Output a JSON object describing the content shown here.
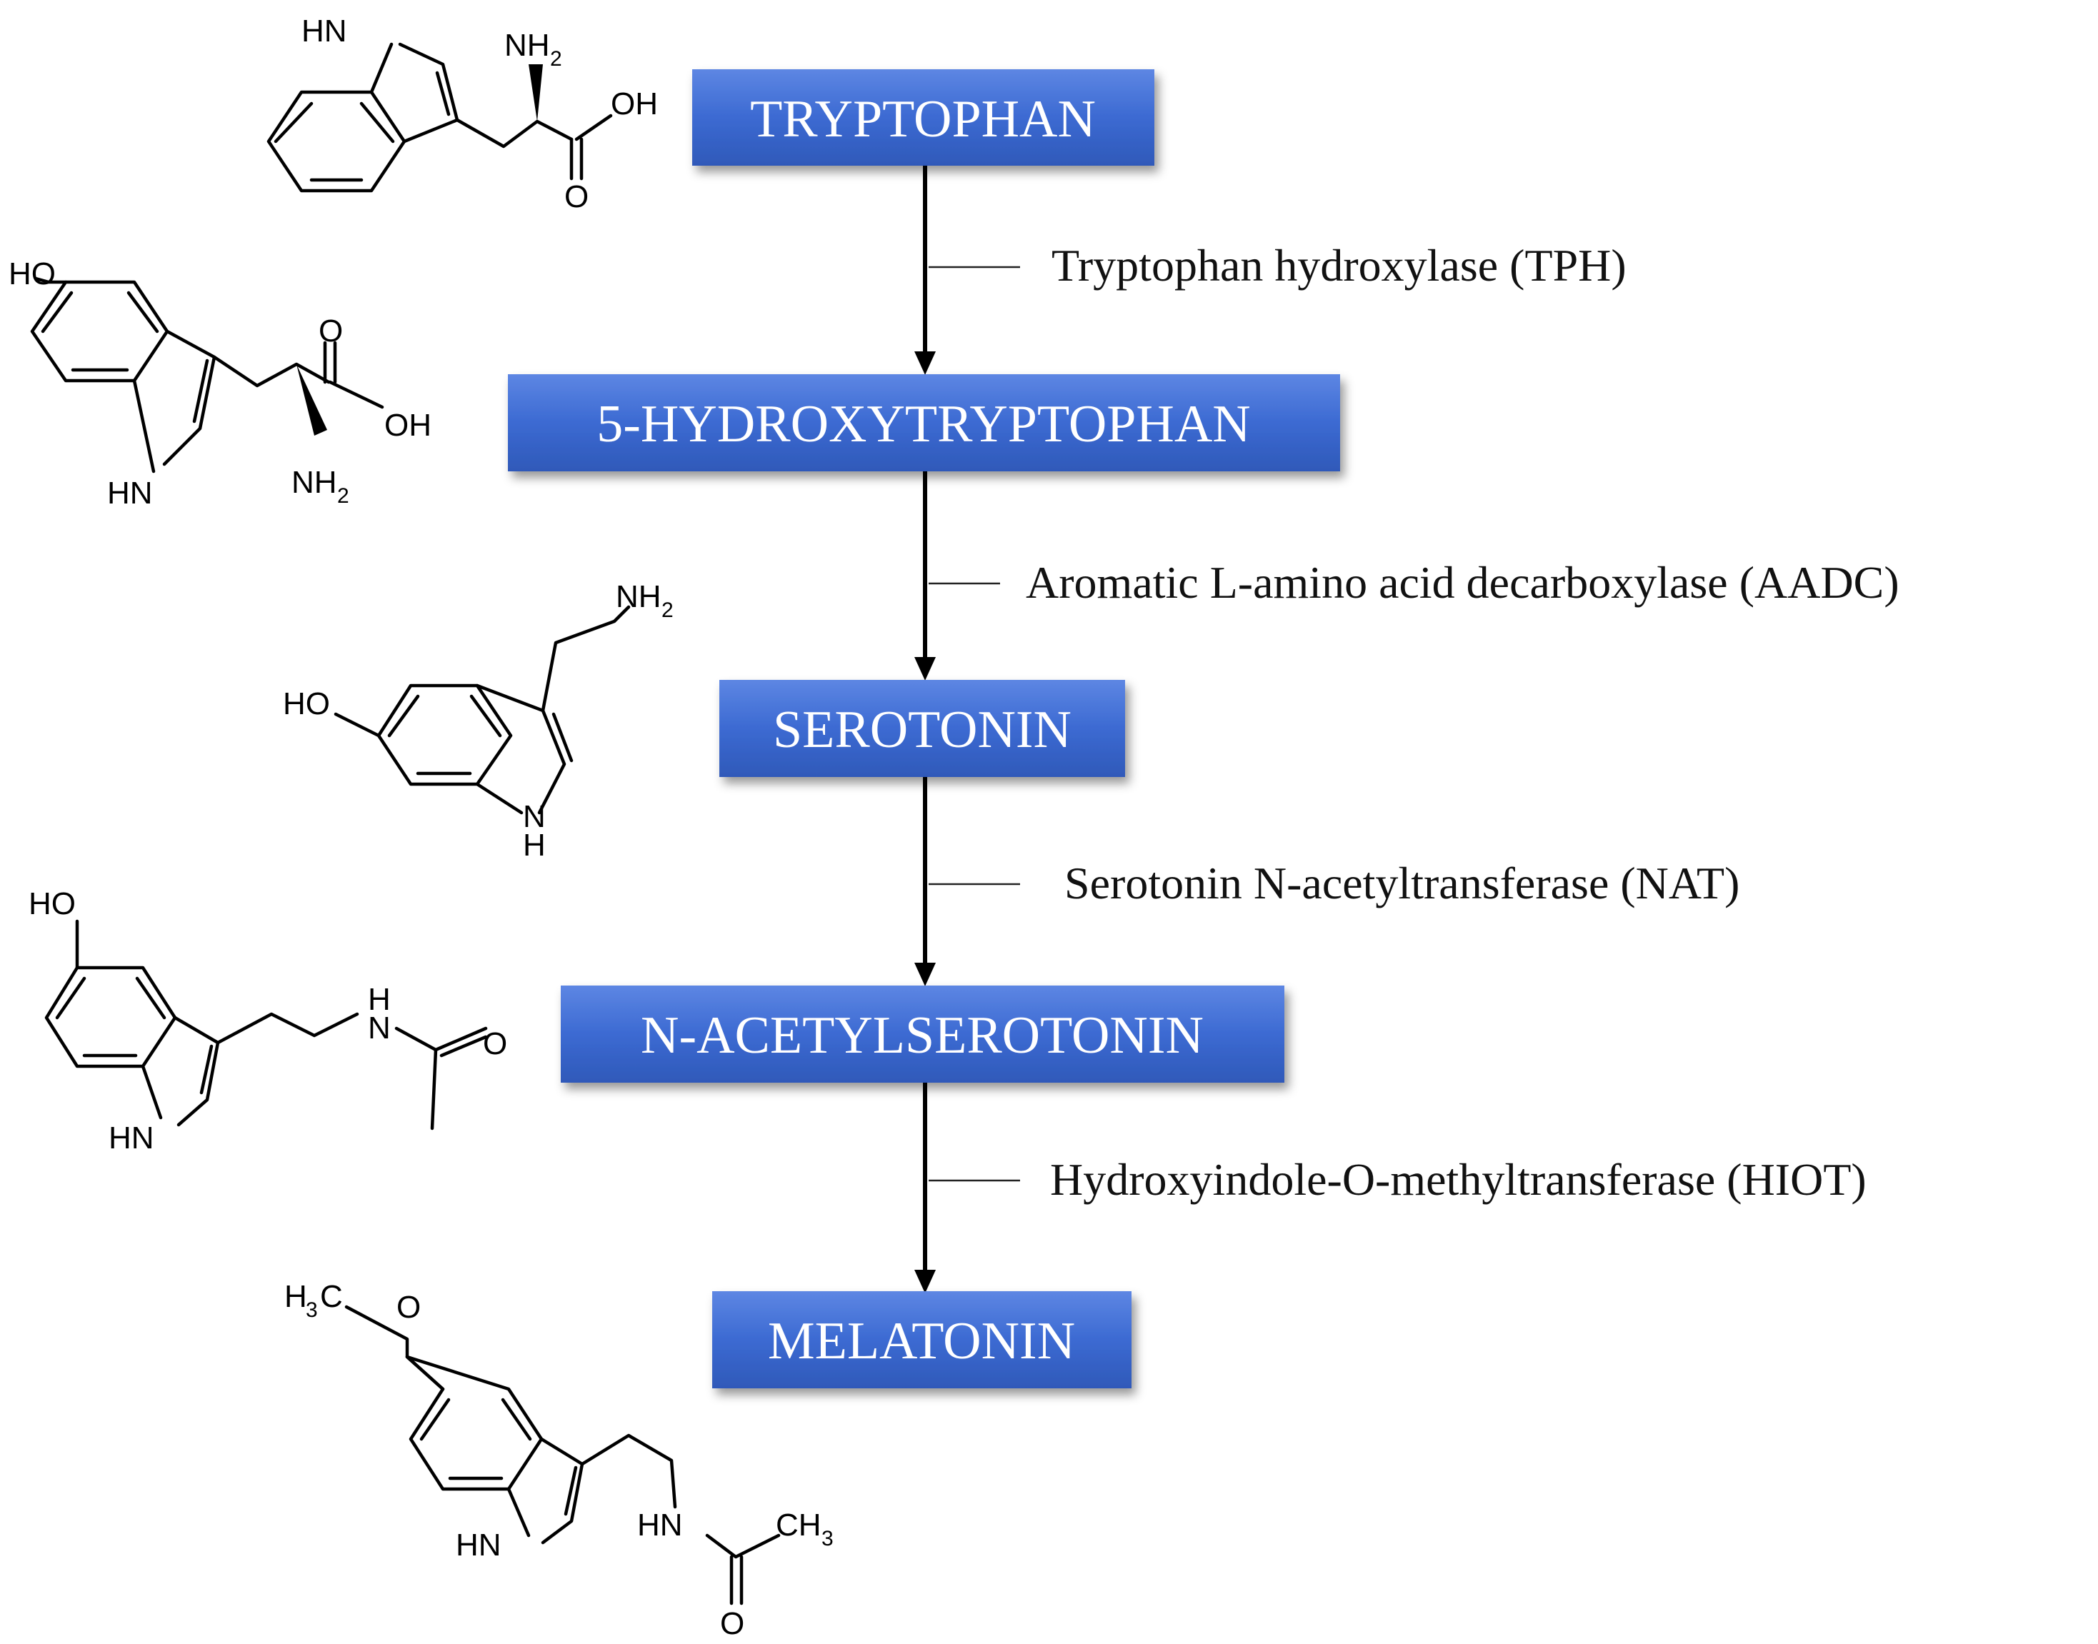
{
  "colors": {
    "box_top": "#5d86e3",
    "box_mid": "#3c6ad2",
    "box_bottom": "#2f59b9",
    "box_text": "#ffffff",
    "arrow": "#000000",
    "enzyme_text": "#111111"
  },
  "metabolites": [
    {
      "id": "tryptophan",
      "label": "TRYPTOPHAN"
    },
    {
      "id": "5htp",
      "label": "5-HYDROXYTRYPTOPHAN"
    },
    {
      "id": "serotonin",
      "label": "SEROTONIN"
    },
    {
      "id": "nas",
      "label": "N-ACETYLSEROTONIN"
    },
    {
      "id": "melatonin",
      "label": "MELATONIN"
    }
  ],
  "enzymes": [
    {
      "label": "Tryptophan hydroxylase (TPH)"
    },
    {
      "label": "Aromatic L-amino acid decarboxylase (AADC)"
    },
    {
      "label": "Serotonin N-acetyltransferase (NAT)"
    },
    {
      "label": "Hydroxyindole-O-methyltransferase (HIOT)"
    }
  ],
  "atom_labels": {
    "trp_nh": "HN",
    "trp_nh2": "NH",
    "trp_nh2_sub": "2",
    "trp_oh": "OH",
    "trp_o": "O",
    "htp_ho": "HO",
    "htp_o": "O",
    "htp_oh": "OH",
    "htp_nh2": "NH",
    "htp_nh2_sub": "2",
    "htp_hn": "HN",
    "ser_nh2": "NH",
    "ser_nh2_sub": "2",
    "ser_ho": "HO",
    "ser_n": "N",
    "ser_h": "H",
    "nas_ho": "HO",
    "nas_h": "H",
    "nas_n": "N",
    "nas_o": "O",
    "nas_hn": "HN",
    "mel_h": "H",
    "mel_h_sub": "3",
    "mel_c": "C",
    "mel_o": "O",
    "mel_hn_ring": "HN",
    "mel_hn_amide": "HN",
    "mel_ch": "CH",
    "mel_ch_sub": "3",
    "mel_o2": "O"
  }
}
